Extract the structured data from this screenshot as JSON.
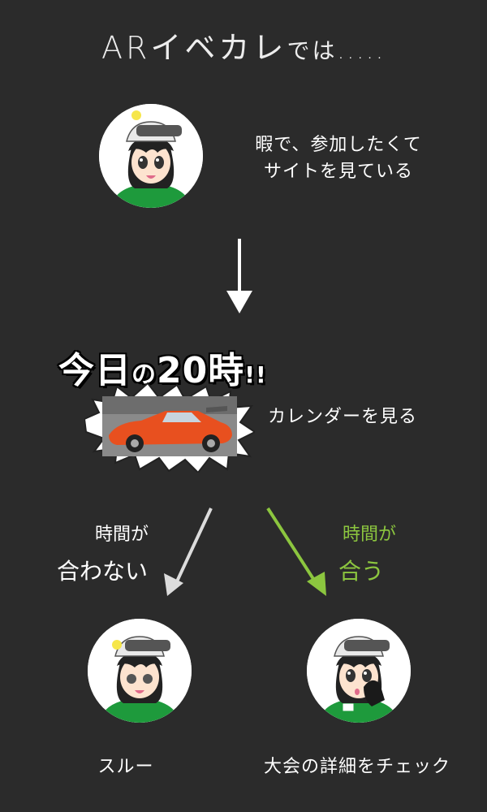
{
  "title": {
    "main": "ARイベカレ",
    "suffix": "では....."
  },
  "step1": {
    "line1": "暇で、参加したくて",
    "line2": "サイトを見ている"
  },
  "step2": {
    "headline_pre": "今日",
    "headline_no": "の",
    "headline_time": "20時",
    "headline_bang": "!!",
    "caption": "カレンダーを見る"
  },
  "branch_no": {
    "line1": "時間が",
    "line2": "合わない",
    "result": "スルー"
  },
  "branch_yes": {
    "line1": "時間が",
    "line2": "合う",
    "result": "大会の詳細をチェック"
  },
  "colors": {
    "background": "#2b2b2b",
    "accent_green": "#8cc63f",
    "arrow_white": "#ffffff",
    "arrow_gray": "#dcdcdc"
  }
}
